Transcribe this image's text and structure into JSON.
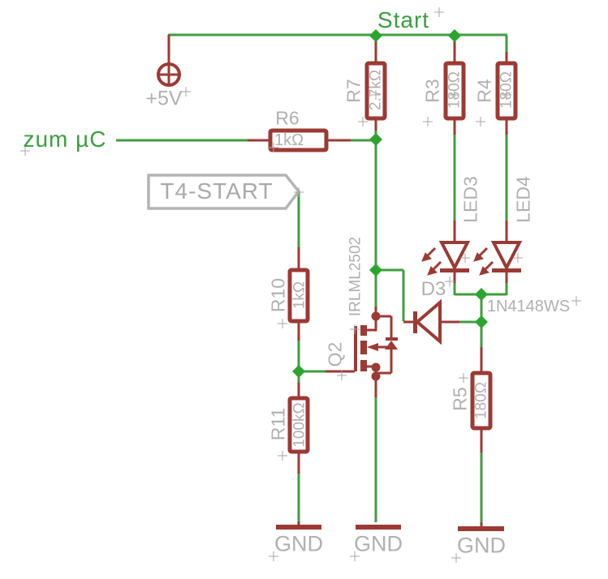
{
  "labels": {
    "start": "Start",
    "zum_uc": "zum µC",
    "t4_flag": "T4-START",
    "supply": "+5V",
    "ground": "GND"
  },
  "components": {
    "R6": {
      "name": "R6",
      "value": "1kΩ"
    },
    "R7": {
      "name": "R7",
      "value": "2.7kΩ"
    },
    "R3": {
      "name": "R3",
      "value": "180Ω"
    },
    "R4": {
      "name": "R4",
      "value": "180Ω"
    },
    "R10": {
      "name": "R10",
      "value": "1kΩ"
    },
    "R11": {
      "name": "R11",
      "value": "100kΩ"
    },
    "R5": {
      "name": "R5",
      "value": "180Ω"
    },
    "LED3": {
      "name": "LED3"
    },
    "LED4": {
      "name": "LED4"
    },
    "Q2": {
      "name": "Q2",
      "value": "IRLML2502"
    },
    "D3": {
      "name": "D3",
      "value": "1N4148WS"
    }
  },
  "colors": {
    "net": "#3f9e42",
    "junction": "#2da42e",
    "symbol": "#9b3a34",
    "annotation": "#b0b0b0",
    "net_text": "#3a9e3e"
  }
}
